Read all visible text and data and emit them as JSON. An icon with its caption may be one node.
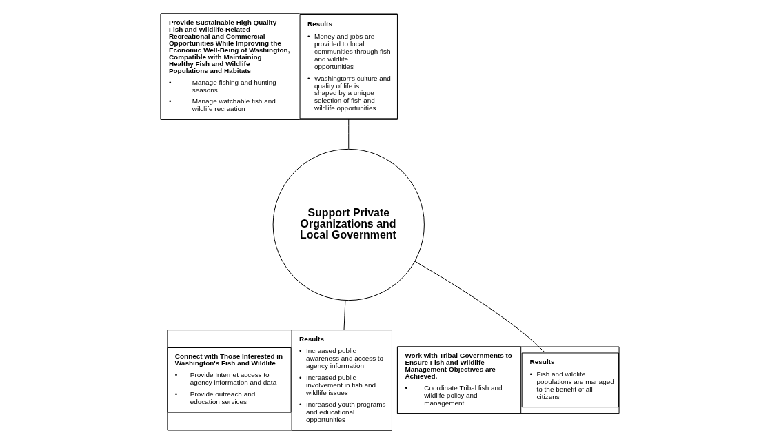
{
  "diagram": {
    "nodes": [
      {
        "text": [],
        "shape": "box"
      },
      {
        "text": [
          "Provide Sustainable High Quality Fish and Wildlife-Related Recreational and Commercial Opportunities While Improving the Economic Well-Being of Washington, Compatible with Maintaining Healthy Fish and Wildlife Populations and Habitats",
          "•",
          "Manage fishing and hunting seasons",
          "•",
          "Manage watchable fish and wildlife recreation"
        ],
        "in": 0
      },
      {
        "text": [
          "Results",
          "•",
          "Money and jobs are provided to local communities through fish and wildlife opportunities",
          "•",
          "Washington's culture and quality of life is shaped by a unique selection of fish and wildlife opportunities"
        ],
        "in": 0
      },
      {
        "text": [
          "Support Private Organizations and Local Government"
        ]
      },
      {
        "text": [],
        "shape": "box"
      },
      {
        "text": [
          "Connect with Those Interested in Washington's Fish and Wildlife",
          "•",
          "Provide Internet access to agency information and data",
          "•",
          "Provide outreach and education services"
        ],
        "in": 4
      },
      {
        "text": [
          "Results",
          "•",
          "Increased public awareness and access to agency information",
          "•",
          "Increased public involvement in fish and wildlife issues",
          "•",
          "Increased youth programs and educational opportunities"
        ],
        "in": 4
      },
      {
        "text": [],
        "shape": "box"
      },
      {
        "text": [
          "Work with Tribal Governments to Ensure Fish and Wildlife Management Objectives are Achieved.",
          "•",
          "Coordinate Tribal fish and wildlife policy and management"
        ],
        "in": 7
      },
      {
        "text": [
          "Results",
          "•",
          "Fish and wildlife populations are managed to the benefit of all citizens"
        ],
        "in": 7
      }
    ],
    "edges": [
      {
        "from": 0,
        "to": 3,
        "arrow": "none"
      },
      {
        "from": 3,
        "to": 4,
        "arrow": "none"
      },
      {
        "from": 3,
        "to": 7,
        "arrow": "none"
      }
    ]
  }
}
